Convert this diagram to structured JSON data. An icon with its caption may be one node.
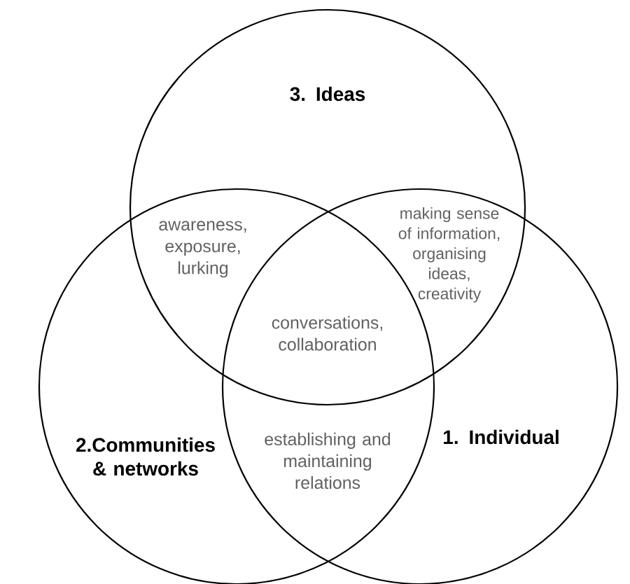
{
  "diagram": {
    "nodes": [
      {
        "text": [
          "3. Ideas"
        ]
      },
      {
        "text": [
          "2.Communities & networks"
        ]
      },
      {
        "text": [
          "1. Individual"
        ]
      }
    ],
    "labels": [
      "awareness, exposure, lurking",
      "making sense of information, organising ideas, creativity",
      "conversations, collaboration",
      "establishing and maintaining relations"
    ]
  }
}
